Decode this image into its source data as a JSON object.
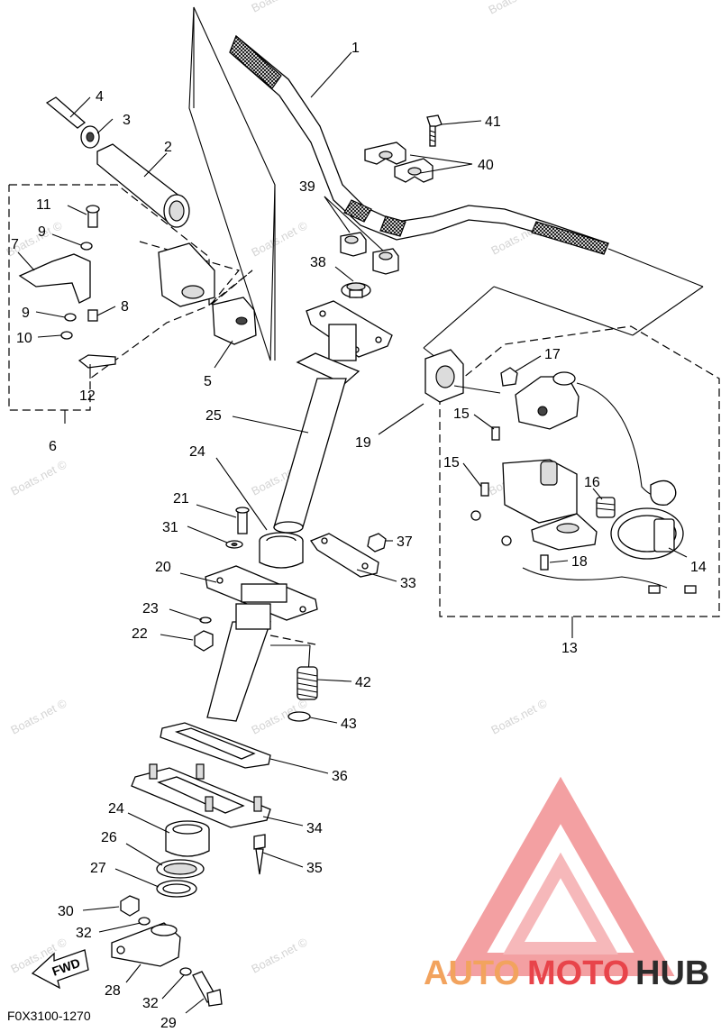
{
  "diagram_code": "F0X3100-1270",
  "watermark": "Boats.net ©",
  "fwd_label": "FWD",
  "logo": {
    "text_auto": "AUTO",
    "text_moto": "MOTO",
    "text_hub": "HUB",
    "color_light": "#f2a35e",
    "color_red": "#e8444a",
    "color_dark": "#2b2b2b"
  },
  "callouts": [
    "1",
    "2",
    "3",
    "4",
    "5",
    "6",
    "7",
    "8",
    "9",
    "9",
    "10",
    "11",
    "12",
    "13",
    "14",
    "15",
    "15",
    "16",
    "17",
    "18",
    "19",
    "20",
    "21",
    "22",
    "23",
    "24",
    "24",
    "25",
    "26",
    "27",
    "28",
    "29",
    "30",
    "31",
    "32",
    "32",
    "33",
    "34",
    "35",
    "36",
    "37",
    "38",
    "39",
    "40",
    "41",
    "42",
    "43"
  ]
}
